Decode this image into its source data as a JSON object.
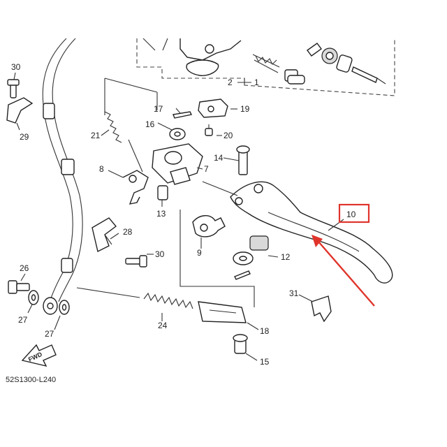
{
  "diagram": {
    "drawing_code": "52S1300-L240",
    "direction_label": "FWD",
    "highlight_color": "#e0342b",
    "highlighted_part": "10",
    "callouts": [
      {
        "id": "c1",
        "label": "1"
      },
      {
        "id": "c2",
        "label": "2"
      },
      {
        "id": "c7",
        "label": "7"
      },
      {
        "id": "c8",
        "label": "8"
      },
      {
        "id": "c9",
        "label": "9"
      },
      {
        "id": "c10",
        "label": "10"
      },
      {
        "id": "c12",
        "label": "12"
      },
      {
        "id": "c13",
        "label": "13"
      },
      {
        "id": "c14",
        "label": "14"
      },
      {
        "id": "c15",
        "label": "15"
      },
      {
        "id": "c16",
        "label": "16"
      },
      {
        "id": "c17",
        "label": "17"
      },
      {
        "id": "c18",
        "label": "18"
      },
      {
        "id": "c19",
        "label": "19"
      },
      {
        "id": "c20",
        "label": "20"
      },
      {
        "id": "c21",
        "label": "21"
      },
      {
        "id": "c24",
        "label": "24"
      },
      {
        "id": "c26",
        "label": "26"
      },
      {
        "id": "c27a",
        "label": "27"
      },
      {
        "id": "c27b",
        "label": "27"
      },
      {
        "id": "c28",
        "label": "28"
      },
      {
        "id": "c29",
        "label": "29"
      },
      {
        "id": "c30a",
        "label": "30"
      },
      {
        "id": "c30b",
        "label": "30"
      },
      {
        "id": "c31",
        "label": "31"
      }
    ]
  }
}
